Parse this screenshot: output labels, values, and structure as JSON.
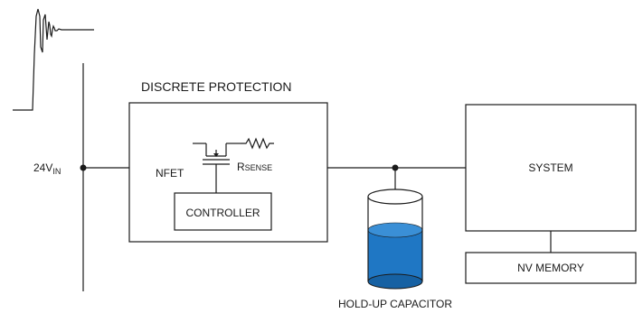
{
  "diagram": {
    "protection_title": "DISCRETE PROTECTION",
    "input": {
      "main": "24V",
      "sub": "IN"
    },
    "nfet_label": "NFET",
    "rsense": {
      "main": "R",
      "sub": "SENSE"
    },
    "controller_label": "CONTROLLER",
    "system_label": "SYSTEM",
    "memory_label": "NV MEMORY",
    "capacitor_label": "HOLD-UP CAPACITOR",
    "colors": {
      "line": "#1a1a1a",
      "capacitor_fill": "#1f77c4",
      "capacitor_top": "#3a8fd6",
      "capacitor_shade": "#1661a3"
    }
  }
}
